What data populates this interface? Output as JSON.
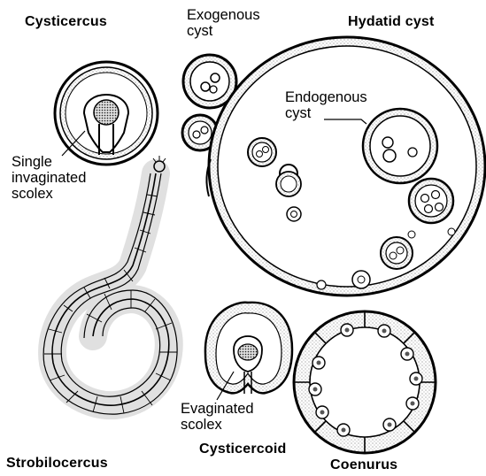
{
  "labels": {
    "cysticercus": "Cysticercus",
    "exogenous_cyst": "Exogenous\ncyst",
    "hydatid_cyst": "Hydatid cyst",
    "endogenous_cyst": "Endogenous\ncyst",
    "single_invaginated_scolex": "Single\ninvaginated\nscolex",
    "evaginated_scolex": "Evaginated\nscolex",
    "strobilocercus": "Strobilocercus",
    "cysticercoid": "Cysticercoid",
    "coenurus": "Coenurus"
  }
}
